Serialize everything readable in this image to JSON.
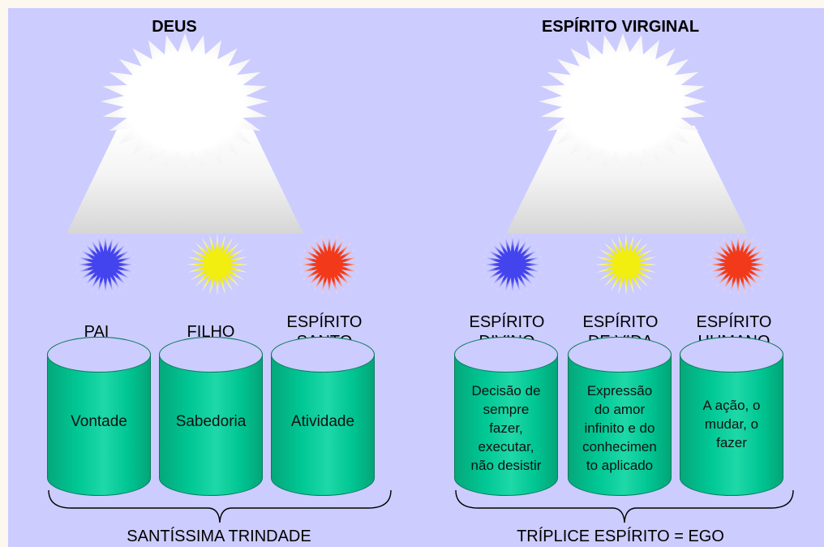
{
  "left": {
    "title": "DEUS",
    "columns": [
      {
        "heading": [
          "PAI"
        ],
        "body": [
          "Vontade"
        ],
        "color": "#4444ee"
      },
      {
        "heading": [
          "FILHO"
        ],
        "body": [
          "Sabedoria"
        ],
        "color": "#f2ee10"
      },
      {
        "heading": [
          "ESPÍRITO",
          "SANTO"
        ],
        "body": [
          "Atividade"
        ],
        "color": "#f23a1a"
      }
    ],
    "footer": "SANTÍSSIMA TRINDADE"
  },
  "right": {
    "title": "ESPÍRITO VIRGINAL",
    "columns": [
      {
        "heading": [
          "ESPÍRITO",
          "DIVINO"
        ],
        "body": [
          "Decisão de",
          "sempre",
          "fazer,",
          "executar,",
          "não desistir"
        ],
        "color": "#4444ee"
      },
      {
        "heading": [
          "ESPÍRITO",
          "DE VIDA"
        ],
        "body": [
          "Expressão",
          "do amor",
          "infinito e do",
          "conhecimen",
          "to aplicado"
        ],
        "color": "#f2ee10"
      },
      {
        "heading": [
          "ESPÍRITO",
          "HUMANO"
        ],
        "body": [
          "A ação, o",
          "mudar, o",
          "fazer"
        ],
        "color": "#f23a1a"
      }
    ],
    "footer": "TRÍPLICE ESPÍRITO = EGO"
  },
  "colors": {
    "background": "#ccccff",
    "cylinder": "#00c693",
    "sun_blue": "#4444ee",
    "sun_yellow": "#f2ee10",
    "sun_red": "#f23a1a"
  }
}
